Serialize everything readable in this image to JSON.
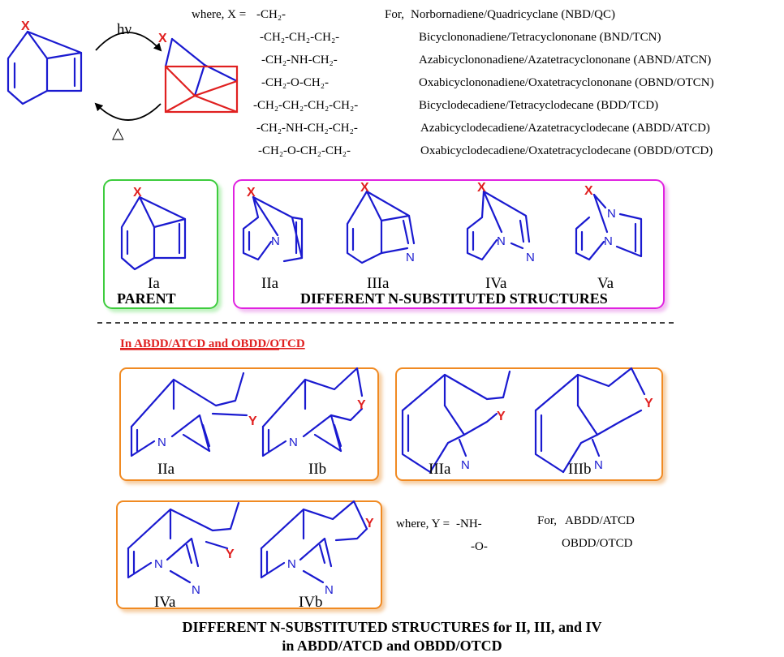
{
  "reaction": {
    "hv": "hν",
    "heat": "△",
    "atom_x": "X"
  },
  "where_x": {
    "label": "where, X =",
    "items": [
      "-CH₂-",
      "-CH₂-CH₂-CH₂-",
      "-CH₂-NH-CH₂-",
      "-CH₂-O-CH₂-",
      "-CH₂-CH₂-CH₂-CH₂-",
      "-CH₂-NH-CH₂-CH₂-",
      "-CH₂-O-CH₂-CH₂-"
    ]
  },
  "systems": {
    "label": "For,",
    "items": [
      "Norbornadiene/Quadricyclane (NBD/QC)",
      "Bicyclononadiene/Tetracyclononane (BND/TCN)",
      "Azabicyclononadiene/Azatetracyclononane (ABND/ATCN)",
      "Oxabicyclononadiene/Oxatetracyclononane (OBND/OTCN)",
      "Bicyclodecadiene/Tetracyclodecane (BDD/TCD)",
      "Azabicyclodecadiene/Azatetracyclodecane (ABDD/ATCD)",
      "Oxabicyclodecadiene/Oxatetracyclodecane (OBDD/OTCD)"
    ]
  },
  "parent": {
    "label": "Ia",
    "title": "PARENT"
  },
  "n_substituted": {
    "labels": [
      "IIa",
      "IIIa",
      "IVa",
      "Va"
    ],
    "title": "DIFFERENT N-SUBSTITUTED STRUCTURES"
  },
  "atoms": {
    "n": "N",
    "y": "Y"
  },
  "section_heading": "In ABDD/ATCD and OBDD/OTCD",
  "decadiene": {
    "labels": [
      "IIa",
      "IIb",
      "IIIa",
      "IIIb",
      "IVa",
      "IVb"
    ]
  },
  "where_y": {
    "label": "where, Y =",
    "items": [
      "-NH-",
      "-O-"
    ],
    "for_label": "For,",
    "systems": [
      "ABDD/ATCD",
      "OBDD/OTCD"
    ]
  },
  "footer": {
    "line1": "DIFFERENT N-SUBSTITUTED STRUCTURES for II, III, and IV",
    "line2": "in ABDD/ATCD and OBDD/OTCD"
  },
  "colors": {
    "bond": "#1a1ad0",
    "heteroatom": "#e02020",
    "parent_border": "#3ccc3c",
    "nsub_border": "#e020e0",
    "deca_border": "#f08a20"
  }
}
